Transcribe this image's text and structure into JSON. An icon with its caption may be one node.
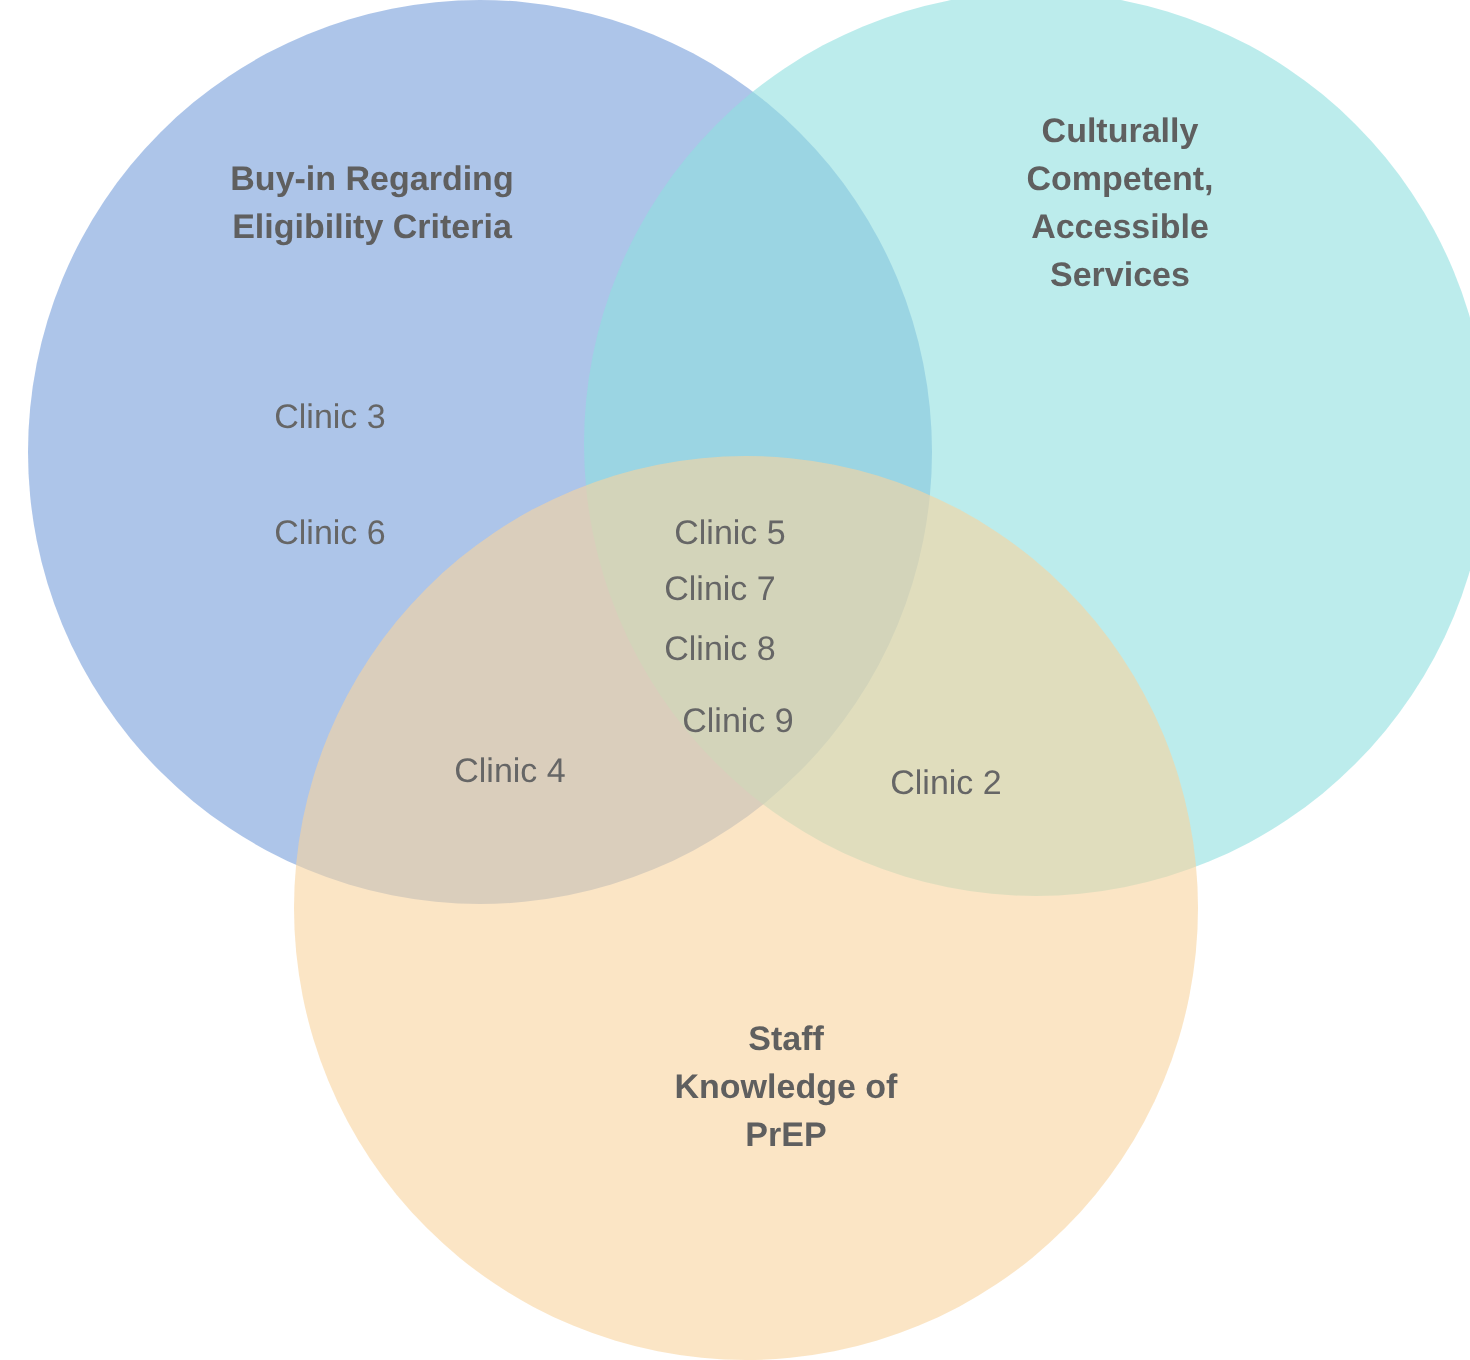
{
  "diagram": {
    "nodes": [
      {
        "text": [
          "Buy-in Regarding Eligibility Criteria"
        ]
      },
      {
        "text": [
          "Culturally Competent, Accessible Services"
        ]
      },
      {
        "text": [
          "Staff Knowledge of PrEP"
        ]
      }
    ],
    "labels": [
      "Clinic 3",
      "Clinic 6",
      "Clinic 5",
      "Clinic 7",
      "Clinic 8",
      "Clinic 9",
      "Clinic 4",
      "Clinic 2"
    ]
  }
}
